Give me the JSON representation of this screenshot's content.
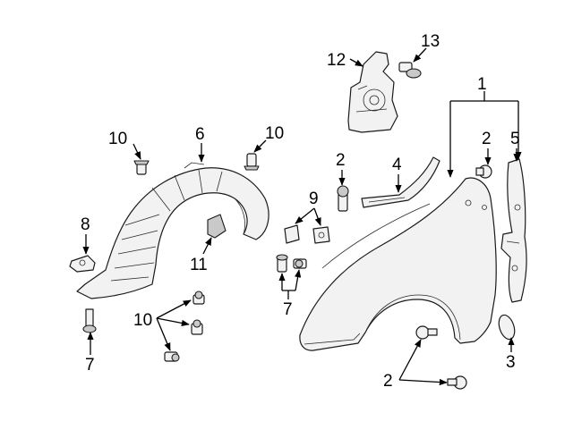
{
  "callouts": {
    "c1": "1",
    "c2a": "2",
    "c2b": "2",
    "c2c": "2",
    "c3": "3",
    "c4": "4",
    "c5": "5",
    "c6": "6",
    "c7a": "7",
    "c7b": "7",
    "c8": "8",
    "c9": "9",
    "c10a": "10",
    "c10b": "10",
    "c10c": "10",
    "c11": "11",
    "c12": "12",
    "c13": "13"
  }
}
